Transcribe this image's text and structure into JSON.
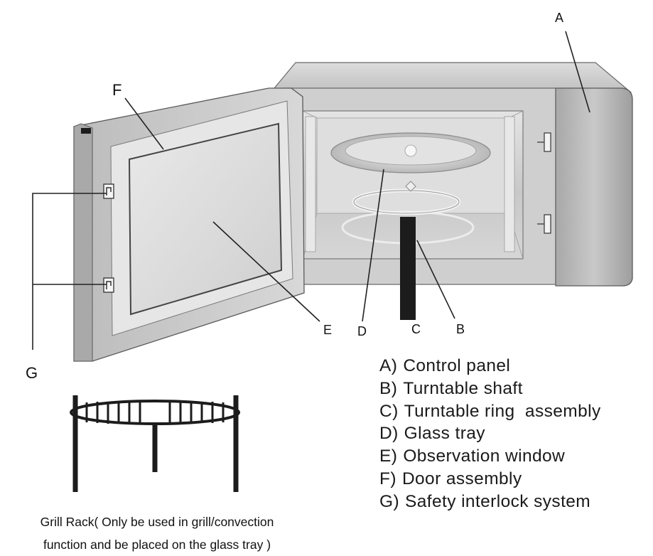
{
  "callouts": {
    "a": "A",
    "b": "B",
    "c": "C",
    "d": "D",
    "e": "E",
    "f": "F",
    "g": "G"
  },
  "legend": [
    {
      "key": "A)",
      "text": "Control panel"
    },
    {
      "key": "B)",
      "text": "Turntable shaft"
    },
    {
      "key": "C)",
      "text": "Turntable ring  assembly"
    },
    {
      "key": "D)",
      "text": "Glass tray"
    },
    {
      "key": "E)",
      "text": "Observation window"
    },
    {
      "key": "F)",
      "text": "Door assembly"
    },
    {
      "key": "G)",
      "text": "Safety interlock system"
    }
  ],
  "grill_rack_caption": {
    "line1": "Grill Rack( Only be used in grill/convection",
    "line2": "function and be placed on the glass tray )"
  },
  "colors": {
    "body_light": "#d9d9d9",
    "body_mid": "#bdbdbd",
    "body_dark": "#8f8f8f",
    "outline": "#555555",
    "leader": "#222222",
    "shaft": "#1c1c1c"
  }
}
